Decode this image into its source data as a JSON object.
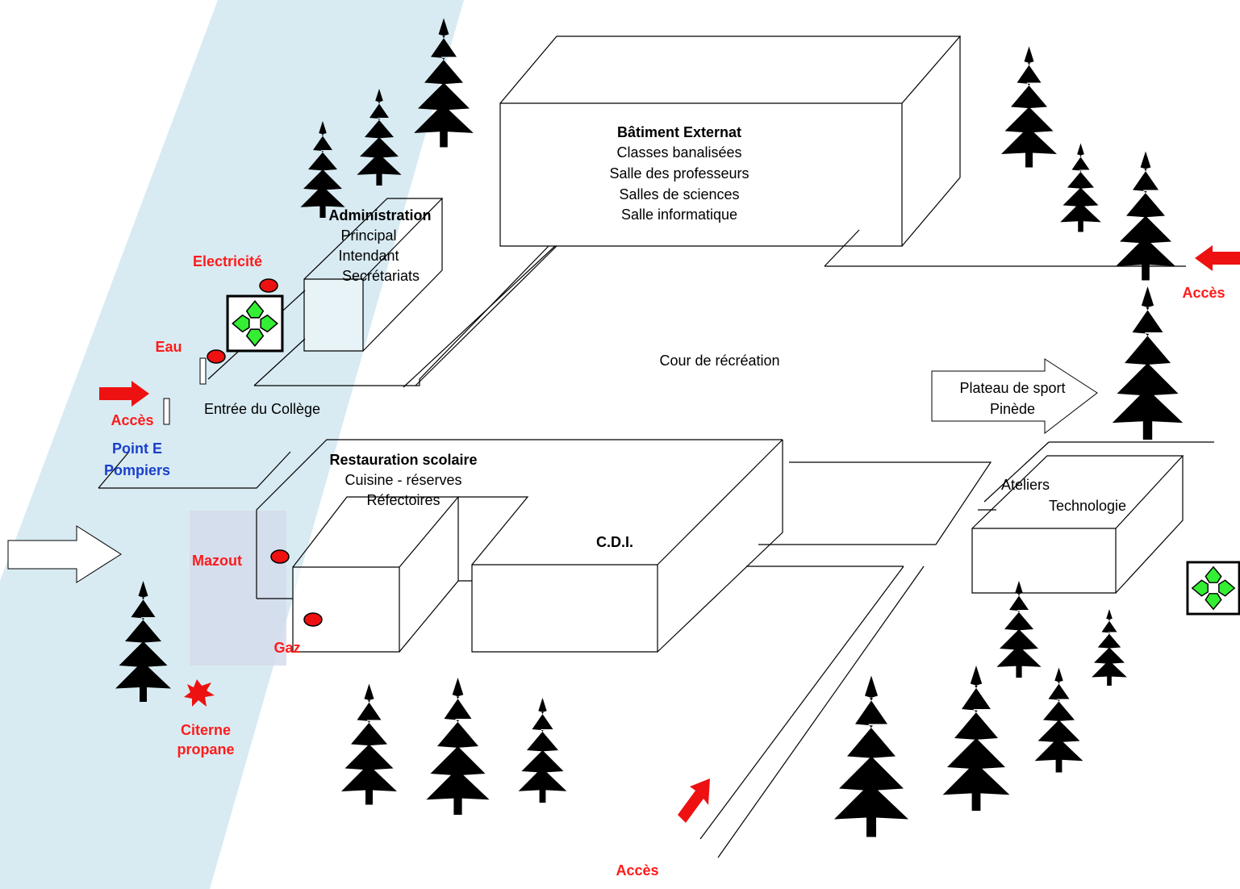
{
  "buildings": {
    "externat": {
      "title": "Bâtiment Externat",
      "lines": [
        "Classes banalisées",
        "Salle des professeurs",
        "Salles de sciences",
        "Salle informatique"
      ]
    },
    "administration": {
      "title": "Administration",
      "lines": [
        "Principal",
        "Intendant",
        "Secrétariats"
      ]
    },
    "restauration": {
      "title": "Restauration scolaire",
      "lines": [
        "Cuisine - réserves",
        "Réfectoires"
      ]
    },
    "cdi": {
      "title": "C.D.I."
    },
    "ateliers": {
      "lines": [
        "Ateliers",
        "Technologie"
      ]
    }
  },
  "areas": {
    "cour": "Cour de récréation",
    "entree": "Entrée du Collège",
    "plateau": [
      "Plateau de sport",
      "Pinède"
    ]
  },
  "utilities": {
    "electricite": "Electricité",
    "eau": "Eau",
    "mazout": "Mazout",
    "gaz": "Gaz",
    "citerne": [
      "Citerne",
      "propane"
    ]
  },
  "access": {
    "left": "Accès",
    "right": "Accès",
    "bottom": "Accès"
  },
  "pompiers": [
    "Point E",
    "Pompiers"
  ],
  "colors": {
    "danger_red": "#ff1a1a",
    "point_blue": "#1a3fcc",
    "zone_blue": "#d8ebf2",
    "zone_violet": "#d5dcec",
    "marker_green": "#33ee33",
    "tree": "#000000"
  }
}
